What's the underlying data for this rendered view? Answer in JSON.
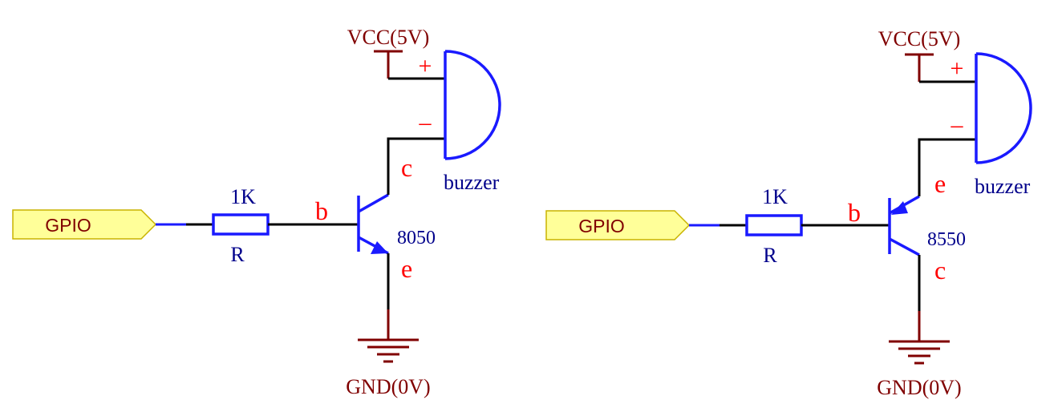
{
  "colors": {
    "wire": "#000000",
    "component": "#1a1aff",
    "power": "#800000",
    "pin_label": "#ff0000",
    "port_fill": "#ffff99",
    "port_stroke": "#c9b400",
    "port_text": "#800000",
    "component_text": "#00008b"
  },
  "circuits": [
    {
      "port": "GPIO",
      "resistor_value": "1K",
      "resistor_name": "R",
      "transistor_model": "8050",
      "base_label": "b",
      "upper_pin_label": "c",
      "lower_pin_label": "e",
      "vcc_label": "VCC(5V)",
      "gnd_label": "GND(0V)",
      "buzzer_label": "buzzer",
      "plus_label": "+",
      "minus_label": "–"
    },
    {
      "port": "GPIO",
      "resistor_value": "1K",
      "resistor_name": "R",
      "transistor_model": "8550",
      "base_label": "b",
      "upper_pin_label": "e",
      "lower_pin_label": "c",
      "vcc_label": "VCC(5V)",
      "gnd_label": "GND(0V)",
      "buzzer_label": "buzzer",
      "plus_label": "+",
      "minus_label": "–"
    }
  ]
}
